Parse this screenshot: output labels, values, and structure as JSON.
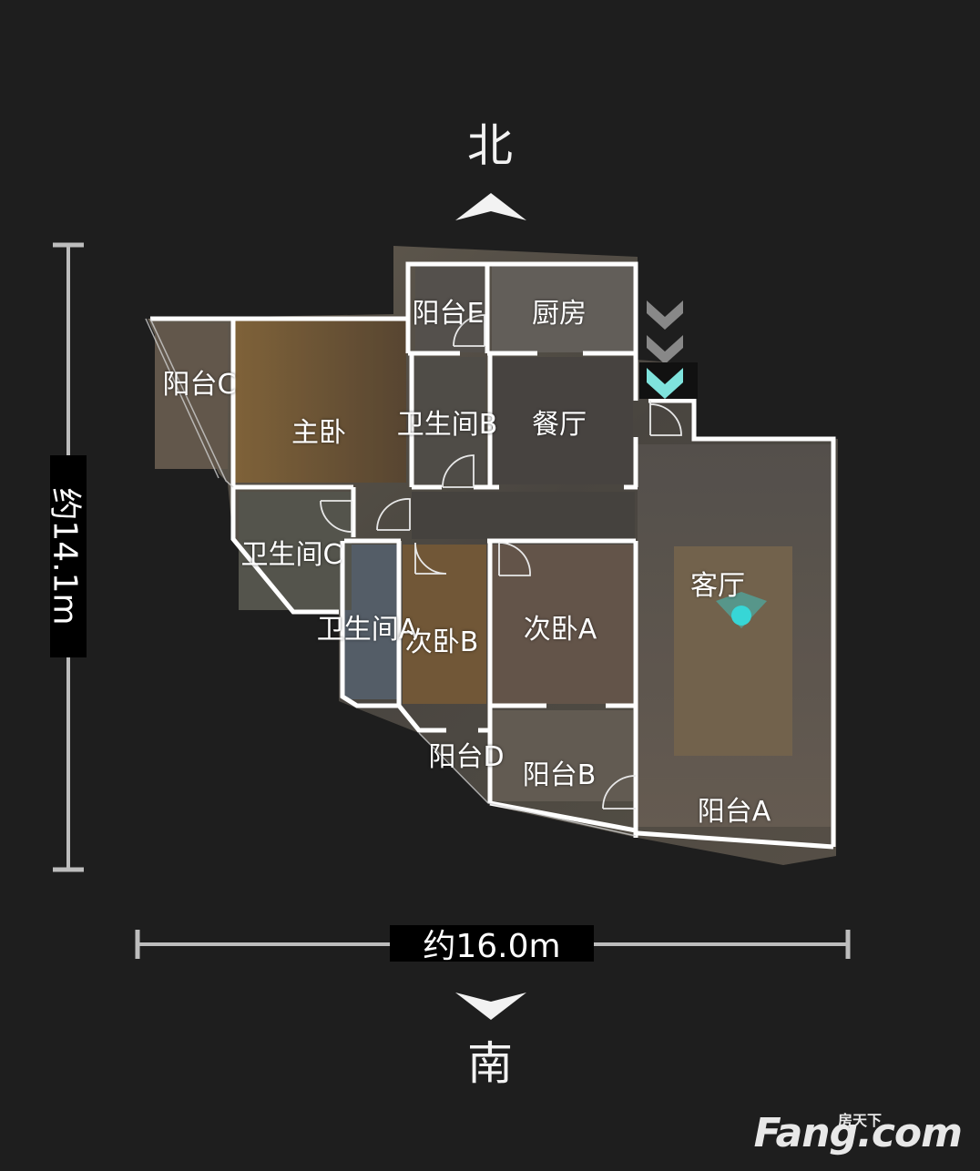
{
  "compass": {
    "north": "北",
    "south": "南"
  },
  "dimensions": {
    "height": "约14.1m",
    "width": "约16.0m"
  },
  "rooms": [
    "阳台E",
    "厨房",
    "阳台C",
    "主卧",
    "卫生间B",
    "餐厅",
    "卫生间C",
    "客厅",
    "卫生间A",
    "次卧B",
    "次卧A",
    "阳台D",
    "阳台B",
    "阳台A"
  ],
  "watermark": {
    "brand": "Fang.com",
    "cn": "房天下"
  },
  "colors": {
    "background": "#1e1e1e",
    "wall": "#ffffff",
    "marker": "#37d6d6",
    "chevron_active": "#7fe3dd"
  }
}
